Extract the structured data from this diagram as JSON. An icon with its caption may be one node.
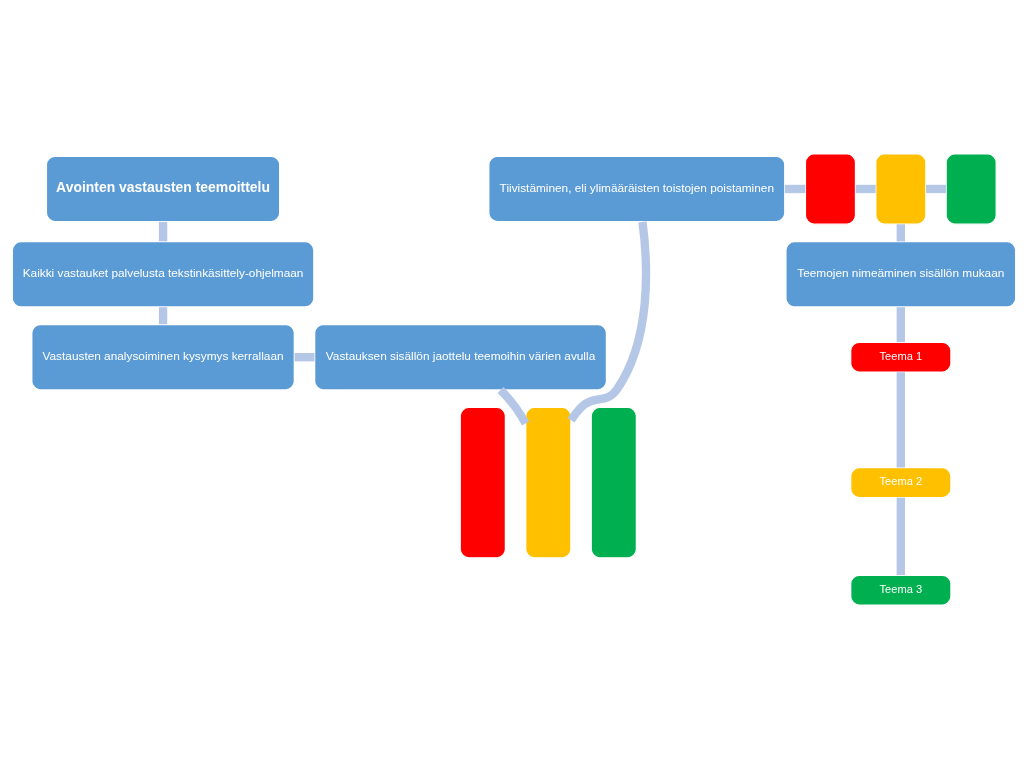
{
  "diagram": {
    "nodes": [
      {
        "text": [
          "Avointen vastausten teemoittelu"
        ]
      },
      {
        "text": [
          "Kaikki vastauket palvelusta tekstinkäsittely-ohjelmaan"
        ]
      },
      {
        "text": [
          "Vastausten analysoiminen kysymys kerrallaan"
        ]
      },
      {
        "text": [
          "Vastauksen sisällön jaottelu teemoihin värien avulla"
        ]
      },
      {
        "text": [],
        "shape": "bar"
      },
      {
        "text": [],
        "shape": "bar"
      },
      {
        "text": [],
        "shape": "bar"
      },
      {
        "text": [
          "Tiivistäminen, eli ylimääräisten toistojen poistaminen"
        ]
      },
      {
        "text": [],
        "shape": "box"
      },
      {
        "text": [],
        "shape": "box"
      },
      {
        "text": [],
        "shape": "box"
      },
      {
        "text": [
          "Teemojen nimeäminen sisällön mukaan"
        ]
      },
      {
        "text": [
          "Teema 1"
        ]
      },
      {
        "text": [
          "Teema 2"
        ]
      },
      {
        "text": [
          "Teema 3"
        ]
      }
    ],
    "edges": [
      {
        "from": 0,
        "to": 1,
        "arrow": "none"
      },
      {
        "from": 1,
        "to": 2,
        "arrow": "none"
      },
      {
        "from": 2,
        "to": 3,
        "arrow": "none"
      },
      {
        "from": 3,
        "to": 5,
        "arrow": "none"
      },
      {
        "from": 5,
        "to": 7,
        "arrow": "none"
      },
      {
        "from": 7,
        "to": 8,
        "arrow": "none"
      },
      {
        "from": 8,
        "to": 9,
        "arrow": "none"
      },
      {
        "from": 9,
        "to": 10,
        "arrow": "none"
      },
      {
        "from": 9,
        "to": 11,
        "arrow": "none"
      },
      {
        "from": 11,
        "to": 12,
        "arrow": "none"
      },
      {
        "from": 12,
        "to": 13,
        "arrow": "none"
      },
      {
        "from": 13,
        "to": 14,
        "arrow": "none"
      }
    ]
  }
}
